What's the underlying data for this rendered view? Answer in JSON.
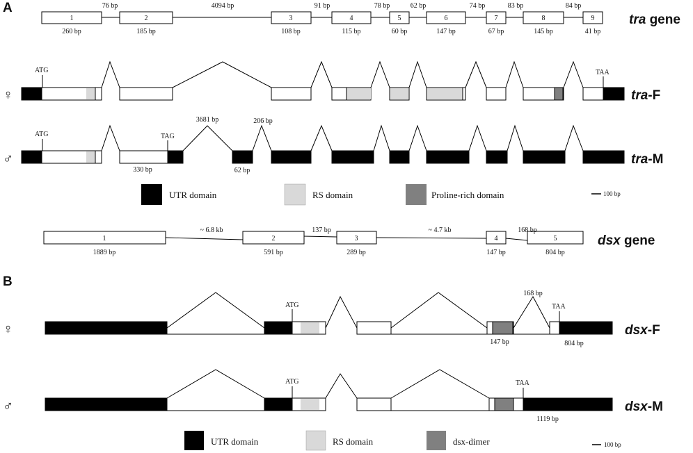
{
  "colors": {
    "utr": "#000000",
    "rs": "#d9d9d9",
    "accent": "#808080",
    "line": "#000000",
    "box": "#ffffff"
  },
  "panels": [
    {
      "letter": "A"
    },
    {
      "letter": "B"
    }
  ],
  "tra_gene": {
    "title_italic": "tra",
    "title_rest": " gene",
    "exons": [
      {
        "number": "1",
        "size": "260 bp"
      },
      {
        "number": "2",
        "size": "185 bp"
      },
      {
        "number": "3",
        "size": "108 bp"
      },
      {
        "number": "4",
        "size": "115 bp"
      },
      {
        "number": "5",
        "size": "60 bp"
      },
      {
        "number": "6",
        "size": "147 bp"
      },
      {
        "number": "7",
        "size": "67 bp"
      },
      {
        "number": "8",
        "size": "145 bp"
      },
      {
        "number": "9",
        "size": "41 bp"
      }
    ],
    "introns": [
      "76 bp",
      "4094 bp",
      "91 bp",
      "78 bp",
      "62 bp",
      "74 bp",
      "83 bp",
      "84 bp"
    ]
  },
  "tra_f": {
    "sex_symbol": "♀",
    "title_italic": "tra",
    "title_rest": "-F",
    "start_codon": "ATG",
    "stop_codon": "TAA"
  },
  "tra_m": {
    "sex_symbol": "♂",
    "title_italic": "tra",
    "title_rest": "-M",
    "start_codon": "ATG",
    "stop_codon": "TAG",
    "exon_sizes": [
      "330 bp",
      "62 bp"
    ],
    "intron_sizes": [
      "3681 bp",
      "206 bp"
    ]
  },
  "legend_a": {
    "items": [
      {
        "label": "UTR domain",
        "swatch": "utr"
      },
      {
        "label": "RS domain",
        "swatch": "rs"
      },
      {
        "label": "Proline-rich domain",
        "swatch": "accent"
      }
    ],
    "scale": "100 bp"
  },
  "dsx_gene": {
    "title_italic": "dsx",
    "title_rest": " gene",
    "exons": [
      {
        "number": "1",
        "size": "1889 bp"
      },
      {
        "number": "2",
        "size": "591 bp"
      },
      {
        "number": "3",
        "size": "289 bp"
      },
      {
        "number": "4",
        "size": "147 bp"
      },
      {
        "number": "5",
        "size": "804 bp"
      }
    ],
    "introns": [
      "~ 6.8 kb",
      "137 bp",
      "~ 4.7 kb",
      "168 bp"
    ]
  },
  "dsx_f": {
    "sex_symbol": "♀",
    "title_italic": "dsx",
    "title_rest": "-F",
    "start_codon": "ATG",
    "stop_codon": "TAA",
    "labels": [
      "168 bp",
      "147 bp",
      "804 bp"
    ]
  },
  "dsx_m": {
    "sex_symbol": "♂",
    "title_italic": "dsx",
    "title_rest": "-M",
    "start_codon": "ATG",
    "stop_codon": "TAA",
    "labels": [
      "1119 bp"
    ]
  },
  "legend_b": {
    "items": [
      {
        "label": "UTR domain",
        "swatch": "utr"
      },
      {
        "label": "RS domain",
        "swatch": "rs"
      },
      {
        "label": "dsx-dimer",
        "swatch": "accent"
      }
    ],
    "scale": "100 bp"
  }
}
